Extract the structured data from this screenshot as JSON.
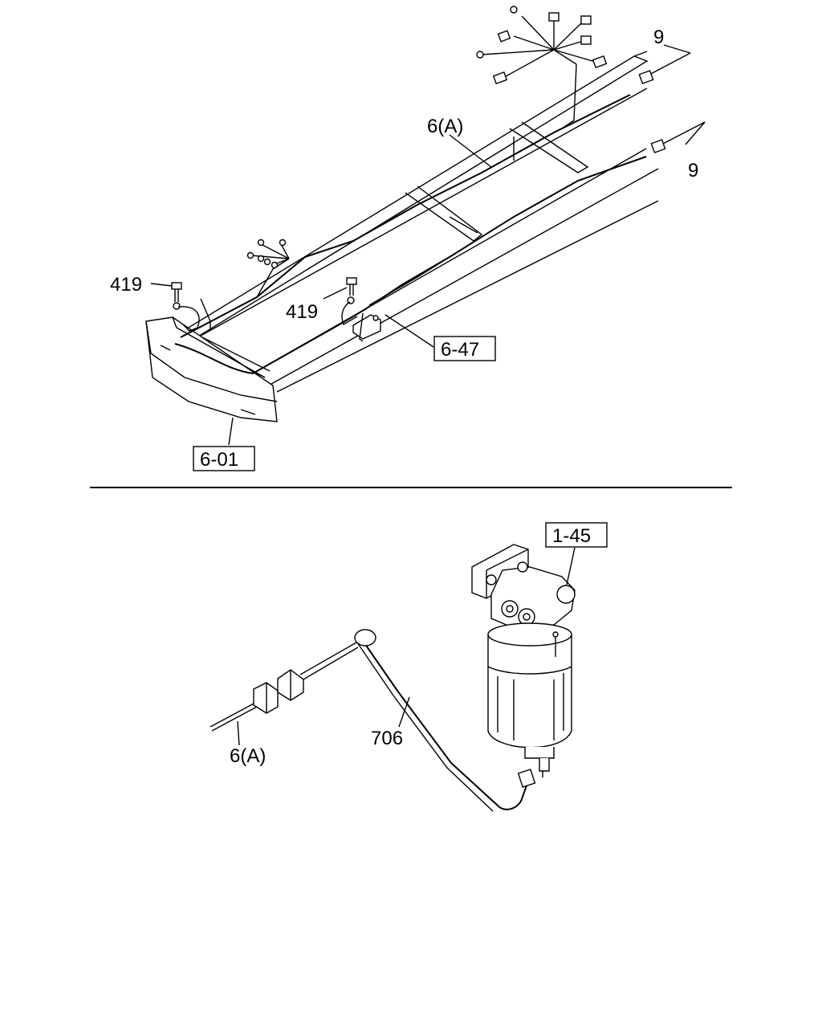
{
  "callouts": {
    "clip_top_right": "9",
    "clip_right": "9",
    "harness_main_top": "6(A)",
    "bolt_left": "419",
    "bolt_center": "419",
    "ref_bracket": "6-47",
    "ref_bumper": "6-01",
    "ref_filter": "1-45",
    "sensor_harness": "706",
    "harness_main_bottom": "6(A)"
  }
}
